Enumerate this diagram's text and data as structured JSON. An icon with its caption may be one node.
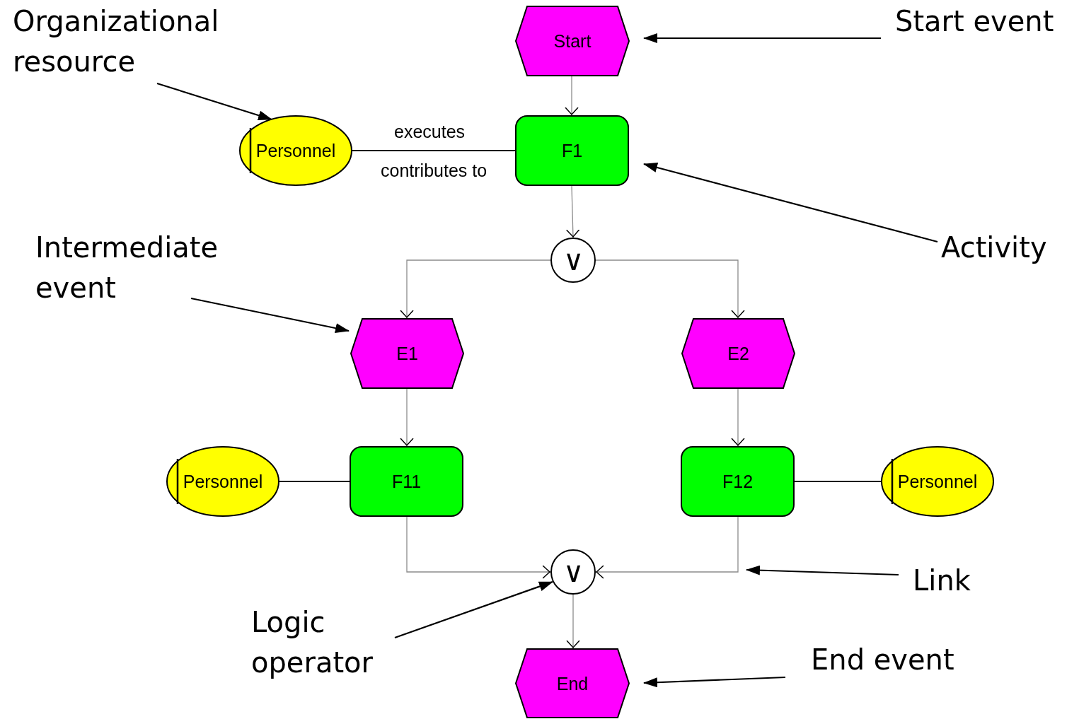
{
  "diagram": {
    "nodes": [
      {
        "text": [
          "Start"
        ]
      },
      {
        "text": [
          "F1"
        ]
      },
      {
        "text": [
          "Personnel"
        ]
      },
      {
        "text": [
          "∨"
        ]
      },
      {
        "text": [
          "E1"
        ]
      },
      {
        "text": [
          "E2"
        ]
      },
      {
        "text": [
          "F11"
        ]
      },
      {
        "text": [
          "Personnel"
        ]
      },
      {
        "text": [
          "F12"
        ]
      },
      {
        "text": [
          "Personnel"
        ]
      },
      {
        "text": [
          "∨"
        ]
      },
      {
        "text": [
          "End"
        ]
      },
      {
        "text": [
          "Organizational resource"
        ]
      },
      {
        "text": [
          "Start event"
        ]
      },
      {
        "text": [
          "Activity"
        ]
      },
      {
        "text": [
          "Intermediate event"
        ]
      },
      {
        "text": [
          "Link"
        ]
      },
      {
        "text": [
          "Logic operator"
        ]
      },
      {
        "text": [
          "End event"
        ]
      }
    ],
    "edges": [
      {
        "from": 0,
        "to": 1,
        "arrow": "to",
        "color": "#8c8c8c"
      },
      {
        "from": 1,
        "to": 3,
        "arrow": "to",
        "color": "#8c8c8c"
      },
      {
        "from": 3,
        "to": 4,
        "arrow": "to",
        "color": "#8c8c8c"
      },
      {
        "from": 3,
        "to": 5,
        "arrow": "to",
        "color": "#8c8c8c"
      },
      {
        "from": 4,
        "to": 6,
        "arrow": "to",
        "color": "#8c8c8c"
      },
      {
        "from": 5,
        "to": 8,
        "arrow": "to",
        "color": "#8c8c8c"
      },
      {
        "from": 6,
        "to": 10,
        "arrow": "to",
        "color": "#8c8c8c"
      },
      {
        "from": 8,
        "to": 10,
        "arrow": "to",
        "color": "#8c8c8c"
      },
      {
        "from": 10,
        "to": 11,
        "arrow": "to",
        "color": "#8c8c8c"
      },
      {
        "from": 2,
        "to": 1,
        "arrow": "none",
        "label": "executes"
      },
      {
        "from": 7,
        "to": 6,
        "arrow": "none"
      },
      {
        "from": 9,
        "to": 8,
        "arrow": "none"
      },
      {
        "from": 12,
        "to": 2,
        "arrow": "to"
      },
      {
        "from": 13,
        "to": 0,
        "arrow": "to"
      },
      {
        "from": 14,
        "to": 1,
        "arrow": "to"
      },
      {
        "from": 15,
        "to": 4,
        "arrow": "to"
      },
      {
        "from": 16,
        "to": null,
        "arrow": "to"
      },
      {
        "from": 17,
        "to": 10,
        "arrow": "to"
      },
      {
        "from": 18,
        "to": 11,
        "arrow": "to"
      }
    ],
    "labels": [
      "contributes to"
    ]
  }
}
